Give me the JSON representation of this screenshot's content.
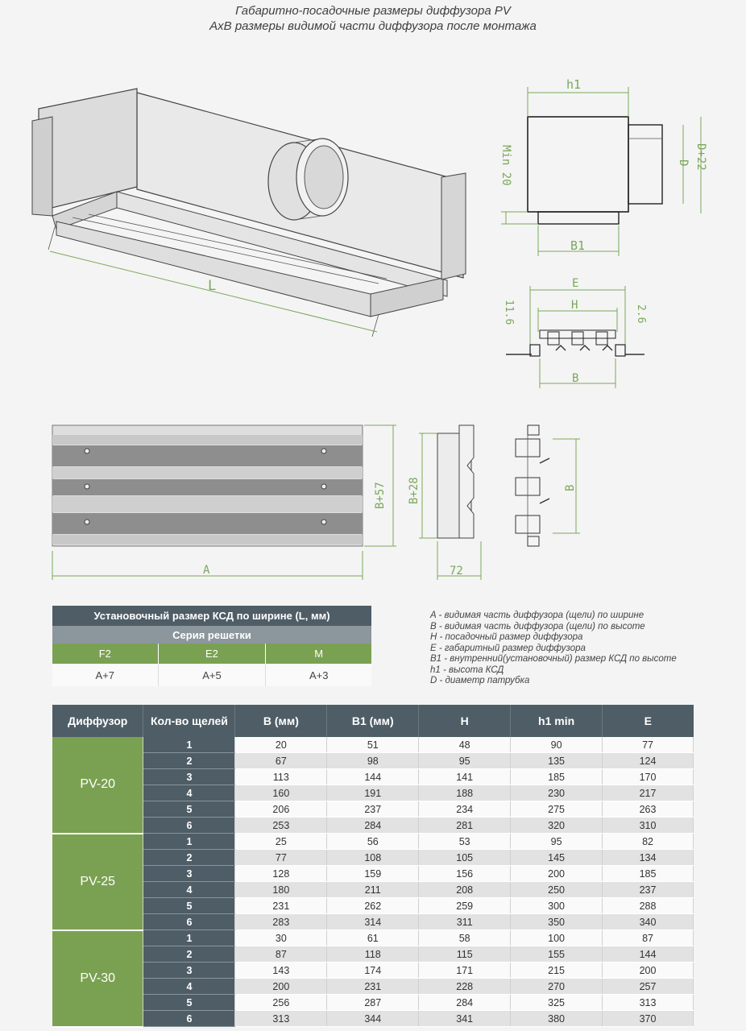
{
  "header": {
    "title_line1": "Габаритно-посадочные размеры диффузора PV",
    "title_line2": "AxB размеры видимой части диффузора после монтажа"
  },
  "drawing_labels": {
    "L": "L",
    "h1": "h1",
    "min20": "Min 20",
    "D": "D",
    "D22": "D+22",
    "B1": "B1",
    "E": "E",
    "H": "H",
    "d116": "11.6",
    "d26": "2.6",
    "B": "B",
    "A": "A",
    "B57": "B+57",
    "B28": "B+28",
    "w72": "72",
    "Bside": "B"
  },
  "install_table": {
    "title": "Установочный размер КСД по ширине (L, мм)",
    "series_label": "Серия решетки",
    "columns": [
      "F2",
      "E2",
      "M"
    ],
    "values": [
      "A+7",
      "A+5",
      "A+3"
    ]
  },
  "legend": [
    "A - видимая часть диффузора (щели) по ширине",
    "B - видимая часть диффузора (щели) по высоте",
    "H - посадочный размер диффузора",
    "E - габаритный размер диффузора",
    "B1 - внутренний(установочный) размер КСД по высоте",
    "h1 - высота КСД",
    "D - диаметр патрубка"
  ],
  "main_table": {
    "headers": [
      "Диффузор",
      "Кол-во щелей",
      "B (мм)",
      "B1 (мм)",
      "H",
      "h1 min",
      "E"
    ],
    "groups": [
      {
        "name": "PV-20",
        "rows": [
          [
            "1",
            "20",
            "51",
            "48",
            "90",
            "77"
          ],
          [
            "2",
            "67",
            "98",
            "95",
            "135",
            "124"
          ],
          [
            "3",
            "113",
            "144",
            "141",
            "185",
            "170"
          ],
          [
            "4",
            "160",
            "191",
            "188",
            "230",
            "217"
          ],
          [
            "5",
            "206",
            "237",
            "234",
            "275",
            "263"
          ],
          [
            "6",
            "253",
            "284",
            "281",
            "320",
            "310"
          ]
        ]
      },
      {
        "name": "PV-25",
        "rows": [
          [
            "1",
            "25",
            "56",
            "53",
            "95",
            "82"
          ],
          [
            "2",
            "77",
            "108",
            "105",
            "145",
            "134"
          ],
          [
            "3",
            "128",
            "159",
            "156",
            "200",
            "185"
          ],
          [
            "4",
            "180",
            "211",
            "208",
            "250",
            "237"
          ],
          [
            "5",
            "231",
            "262",
            "259",
            "300",
            "288"
          ],
          [
            "6",
            "283",
            "314",
            "311",
            "350",
            "340"
          ]
        ]
      },
      {
        "name": "PV-30",
        "rows": [
          [
            "1",
            "30",
            "61",
            "58",
            "100",
            "87"
          ],
          [
            "2",
            "87",
            "118",
            "115",
            "155",
            "144"
          ],
          [
            "3",
            "143",
            "174",
            "171",
            "215",
            "200"
          ],
          [
            "4",
            "200",
            "231",
            "228",
            "270",
            "257"
          ],
          [
            "5",
            "256",
            "287",
            "284",
            "325",
            "313"
          ],
          [
            "6",
            "313",
            "344",
            "341",
            "380",
            "370"
          ]
        ]
      }
    ]
  }
}
